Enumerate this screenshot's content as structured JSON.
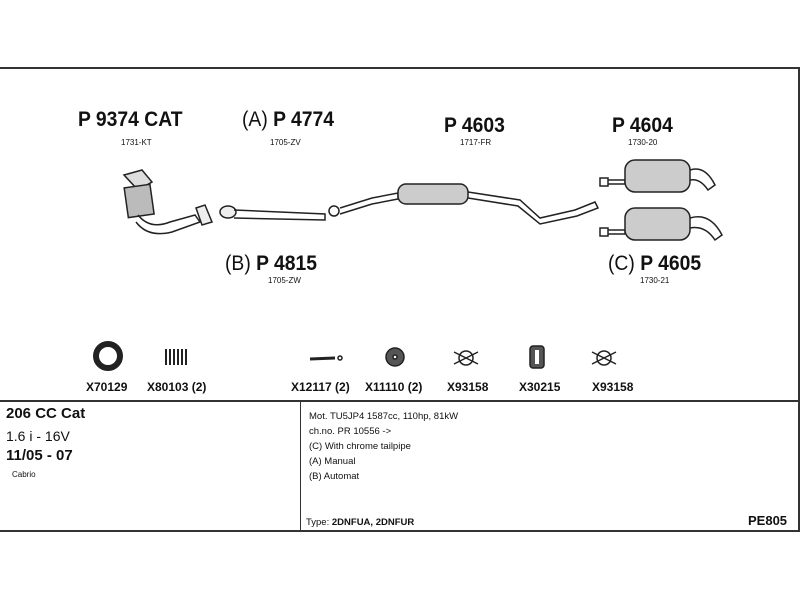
{
  "parts": [
    {
      "label": "P 9374 CAT",
      "prefix": "",
      "code": "1731-KT"
    },
    {
      "label": "P 4774",
      "prefix": "(A) ",
      "code": "1705-ZV"
    },
    {
      "label": "P 4603",
      "prefix": "",
      "code": "1717-FR"
    },
    {
      "label": "P 4604",
      "prefix": "",
      "code": "1730-20"
    },
    {
      "label": "P 4815",
      "prefix": "(B) ",
      "code": "1705-ZW"
    },
    {
      "label": "P 4605",
      "prefix": "(C) ",
      "code": "1730-21"
    }
  ],
  "accessories": [
    "X70129",
    "X80103 (2)",
    "X12117 (2)",
    "X11110 (2)",
    "X93158",
    "X30215",
    "X93158"
  ],
  "vehicle": {
    "model": "206 CC Cat",
    "engine": "1.6 i - 16V",
    "years": "11/05 - 07",
    "body": "Cabrio"
  },
  "notes": [
    "Mot. TU5JP4 1587cc, 110hp, 81kW",
    "ch.no. PR 10556 ->",
    "(C) With chrome tailpipe",
    "(A) Manual",
    "(B) Automat"
  ],
  "type": {
    "label": "Type:",
    "value": "2DNFUA, 2DNFUR"
  },
  "ref": "PE805"
}
